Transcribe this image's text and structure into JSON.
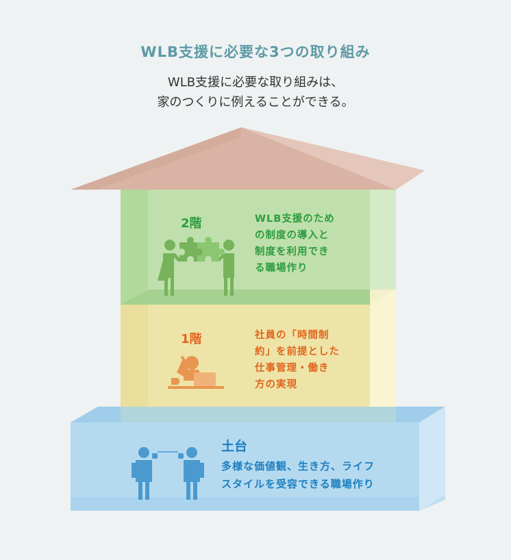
{
  "header": {
    "title": "WLB支援に必要な3つの取り組み",
    "subtitle_line1": "WLB支援に必要な取り組みは、",
    "subtitle_line2": "家のつくりに例えることができる。"
  },
  "floor2": {
    "label": "2階",
    "lines": [
      "WLB支援のため",
      "の制度の導入と",
      "制度を利用でき",
      "る職場作り"
    ],
    "color": "#2e9c3f"
  },
  "floor1": {
    "label": "1階",
    "lines": [
      "社員の「時間制",
      "約」を前提とした",
      "仕事管理・働き",
      "方の実現"
    ],
    "color": "#e0661e"
  },
  "foundation": {
    "label": "土台",
    "lines": [
      "多様な価値観、生き方、ライフ",
      "スタイルを受容できる職場作り"
    ],
    "color": "#1e7fbf"
  },
  "colors": {
    "title": "#5e9aa6",
    "roof": "#d9b3a3",
    "floor2_fill": "#b8dca5",
    "floor1_fill": "#efe6a6",
    "foundation_fill": "#aed6ee"
  }
}
